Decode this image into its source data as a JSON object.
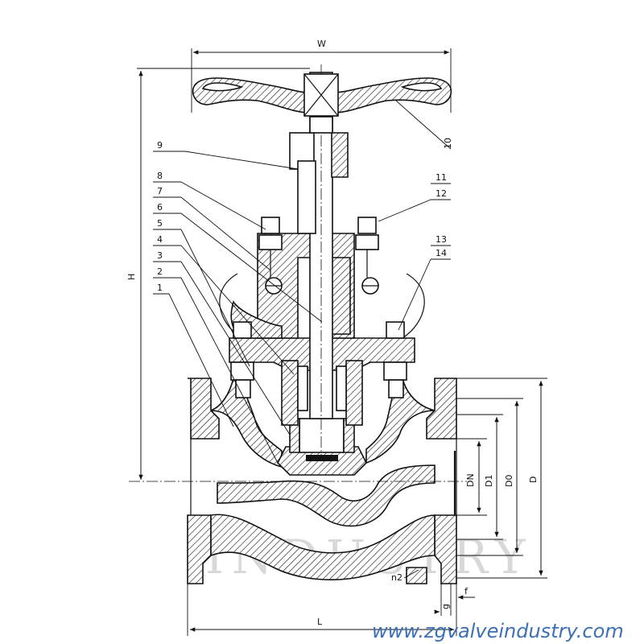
{
  "dimensions": {
    "W": "W",
    "H": "H",
    "L": "L",
    "DN": "DN",
    "D1": "D1",
    "D0": "D0",
    "D": "D",
    "f": "f",
    "g": "g",
    "n2": "n2"
  },
  "callouts": {
    "c1": "1",
    "c2": "2",
    "c3": "3",
    "c4": "4",
    "c5": "5",
    "c6": "6",
    "c7": "7",
    "c8": "8",
    "c9": "9",
    "c10": "10",
    "c11": "11",
    "c12": "12",
    "c13": "13",
    "c14": "14"
  },
  "watermark": "INDUSTRY",
  "website": "www.zgvalveindustry.com"
}
